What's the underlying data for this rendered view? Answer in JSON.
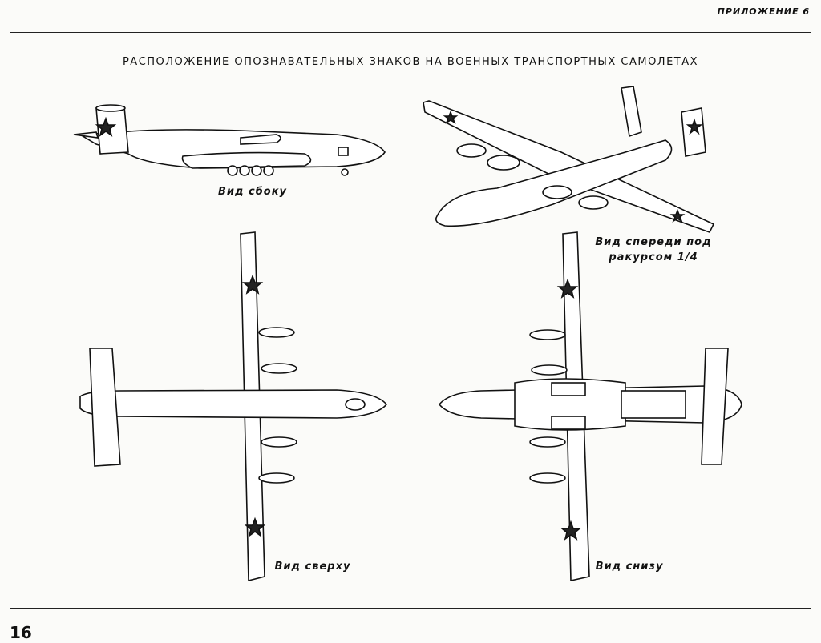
{
  "header": {
    "appendix": "ПРИЛОЖЕНИЕ 6"
  },
  "title": "РАСПОЛОЖЕНИЕ ОПОЗНАВАТЕЛЬНЫХ ЗНАКОВ НА ВОЕННЫХ ТРАНСПОРТНЫХ САМОЛЕТАХ",
  "views": {
    "side": "Вид сбоку",
    "front_line1": "Вид спереди под",
    "front_line2": "ракурсом 1/4",
    "top": "Вид сверху",
    "bottom": "Вид снизу"
  },
  "page_number": "16"
}
